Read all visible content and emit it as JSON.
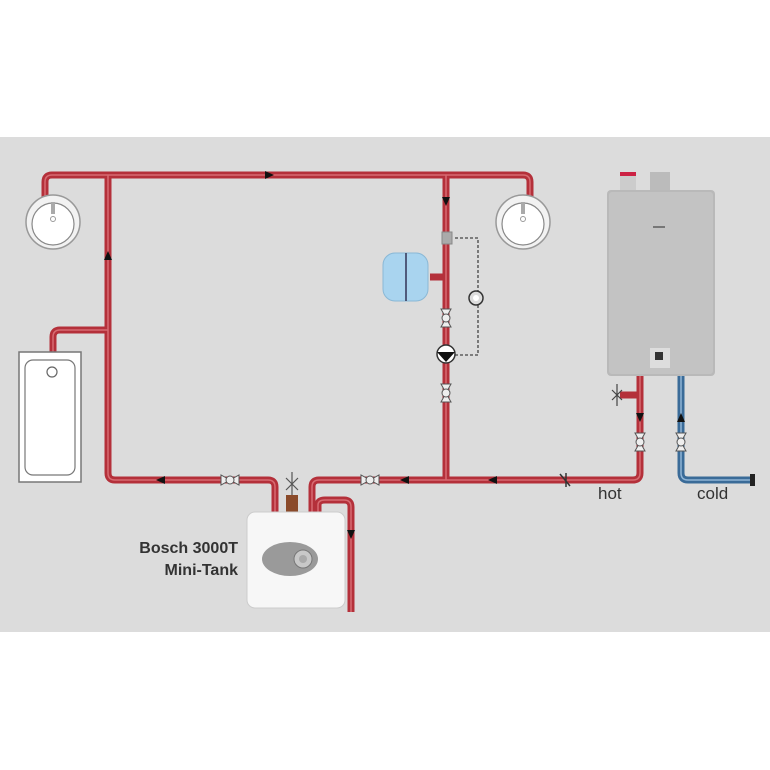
{
  "labels": {
    "hot": "hot",
    "cold": "cold",
    "tank_line1": "Bosch 3000T",
    "tank_line2": "Mini-Tank"
  },
  "colors": {
    "background_band": "#dcdcdc",
    "hot_pipe": "#b4303a",
    "hot_pipe_highlight": "#e07a80",
    "cold_pipe": "#3a6b98",
    "cold_pipe_highlight": "#8fb4d6",
    "expansion_tank": "#a9d4ef"
  }
}
